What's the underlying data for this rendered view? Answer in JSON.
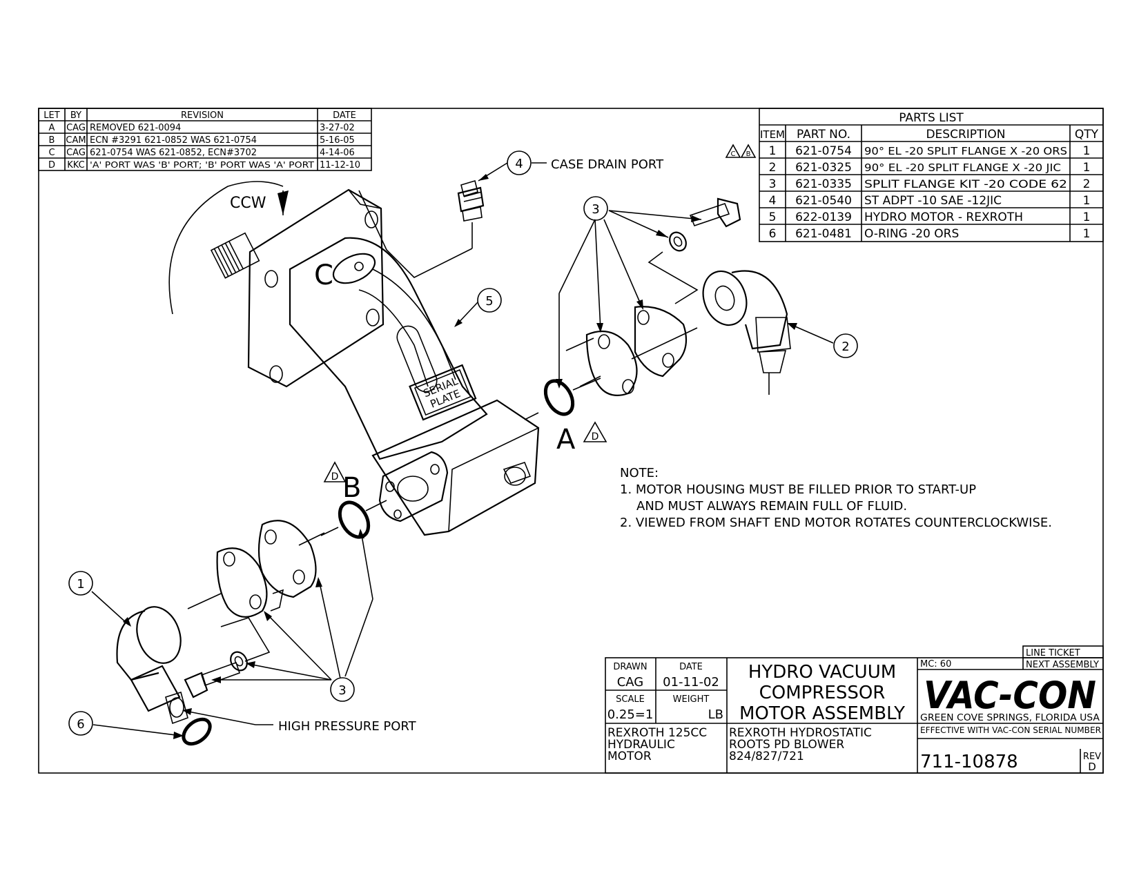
{
  "revision_table": {
    "headers": {
      "let": "LET",
      "by": "BY",
      "revision": "REVISION",
      "date": "DATE"
    },
    "rows": [
      {
        "let": "A",
        "by": "CAG",
        "revision": "REMOVED 621-0094",
        "date": "3-27-02"
      },
      {
        "let": "B",
        "by": "CAM",
        "revision": "ECN #3291 621-0852 WAS 621-0754",
        "date": "5-16-05"
      },
      {
        "let": "C",
        "by": "CAG",
        "revision": "621-0754 WAS 621-0852, ECN#3702",
        "date": "4-14-06"
      },
      {
        "let": "D",
        "by": "KKC",
        "revision": "'A' PORT WAS 'B' PORT; 'B' PORT WAS 'A' PORT",
        "date": "11-12-10"
      }
    ]
  },
  "parts_list": {
    "title": "PARTS LIST",
    "headers": {
      "item": "ITEM",
      "part_no": "PART NO.",
      "description": "DESCRIPTION",
      "qty": "QTY"
    },
    "rows": [
      {
        "item": "1",
        "part_no": "621-0754",
        "description": "90° EL -20 SPLIT FLANGE X -20 ORS",
        "qty": "1"
      },
      {
        "item": "2",
        "part_no": "621-0325",
        "description": "90° EL -20 SPLIT FLANGE X -20 JIC",
        "qty": "1"
      },
      {
        "item": "3",
        "part_no": "621-0335",
        "description": "SPLIT FLANGE KIT -20 CODE 62",
        "qty": "2"
      },
      {
        "item": "4",
        "part_no": "621-0540",
        "description": "ST ADPT -10 SAE -12JIC",
        "qty": "1"
      },
      {
        "item": "5",
        "part_no": "622-0139",
        "description": "HYDRO MOTOR - REXROTH",
        "qty": "1"
      },
      {
        "item": "6",
        "part_no": "621-0481",
        "description": "O-RING -20 ORS",
        "qty": "1"
      }
    ],
    "rev_marks": [
      "C",
      "B"
    ]
  },
  "labels": {
    "ccw": "CCW",
    "case_drain": "CASE DRAIN PORT",
    "high_pressure": "HIGH PRESSURE PORT",
    "serial_plate_1": "SERIAL",
    "serial_plate_2": "PLATE",
    "port_a": "A",
    "port_b": "B",
    "rev_mark": "D",
    "motor_letter": "C",
    "balloon_1": "1",
    "balloon_2": "2",
    "balloon_3": "3",
    "balloon_4": "4",
    "balloon_5": "5",
    "balloon_6": "6"
  },
  "notes": {
    "title": "NOTE:",
    "lines": [
      "1. MOTOR HOUSING MUST BE FILLED PRIOR TO START-UP",
      "AND MUST ALWAYS REMAIN FULL OF FLUID.",
      "2. VIEWED FROM SHAFT END MOTOR ROTATES COUNTERCLOCKWISE."
    ]
  },
  "title_block": {
    "drawn_label": "DRAWN",
    "drawn": "CAG",
    "date_label": "DATE",
    "date": "01-11-02",
    "scale_label": "SCALE",
    "scale": "0.25=1",
    "weight_label": "WEIGHT",
    "weight_unit": "LB",
    "title_1": "HYDRO VACUUM",
    "title_2": "COMPRESSOR",
    "title_3": "MOTOR ASSEMBLY",
    "mc": "MC: 60",
    "line_ticket": "LINE TICKET",
    "next_assembly": "NEXT ASSEMBLY",
    "company": "VAC-CON",
    "location": "GREEN COVE SPRINGS, FLORIDA USA",
    "effective": "EFFECTIVE WITH VAC-CON SERIAL NUMBER",
    "desc_left_1": "REXROTH 125CC",
    "desc_left_2": "HYDRAULIC",
    "desc_left_3": "MOTOR",
    "desc_mid_1": "REXROTH HYDROSTATIC",
    "desc_mid_2": "ROOTS PD BLOWER",
    "desc_mid_3": "824/827/721",
    "drawing_no": "711-10878",
    "rev_label": "REV",
    "rev": "D"
  }
}
